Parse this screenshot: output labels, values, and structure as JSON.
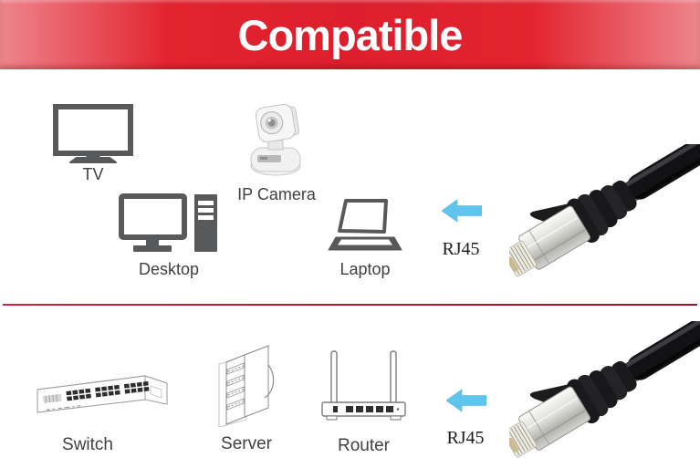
{
  "banner": {
    "title": "Compatible"
  },
  "sections": {
    "top": {
      "devices": [
        {
          "icon": "tv-icon",
          "label": "TV"
        },
        {
          "icon": "ip-camera-icon",
          "label": "IP Camera"
        },
        {
          "icon": "desktop-icon",
          "label": "Desktop"
        },
        {
          "icon": "laptop-icon",
          "label": "Laptop"
        }
      ],
      "arrow_icon": "left-arrow-icon",
      "connector": {
        "label": "RJ45",
        "photo": "rj45-connector-photo"
      }
    },
    "bottom": {
      "devices": [
        {
          "icon": "switch-icon",
          "label": "Switch"
        },
        {
          "icon": "server-icon",
          "label": "Server"
        },
        {
          "icon": "router-icon",
          "label": "Router"
        }
      ],
      "arrow_icon": "left-arrow-icon",
      "connector": {
        "label": "RJ45",
        "photo": "rj45-connector-photo"
      }
    }
  },
  "colors": {
    "banner_red_center": "#DD1F2D",
    "banner_pink_edge": "#EE858D",
    "divider_red": "#A51F33",
    "icon_gray": "#58595B",
    "line_drawing_gray": "#8C8C8C",
    "arrow_blue": "#5FC5EE",
    "label_text": "#414042",
    "cable_black": "#141416",
    "connector_silver": "#D9D9D5"
  }
}
